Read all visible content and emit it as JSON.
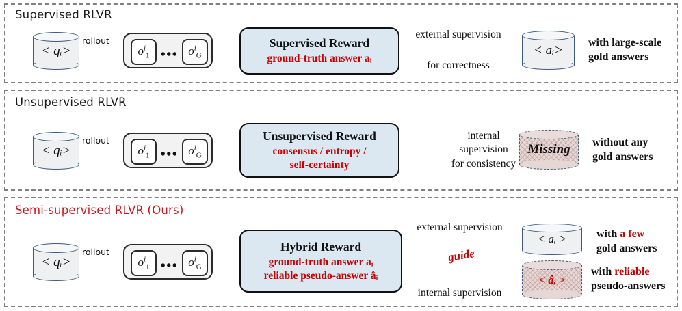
{
  "figure": {
    "type": "diagram",
    "description": "Comparison of Supervised, Unsupervised and Semi-supervised RLVR pipelines"
  },
  "panels": [
    {
      "id": "supervised",
      "title": "Supervised RLVR",
      "title_color": "#1a1a1a",
      "query_db": "< qᵢ>",
      "rollout_label": "rollout",
      "rollout_first": "o",
      "rollout_first_sub": "1",
      "rollout_sup": "i",
      "rollout_last": "o",
      "rollout_last_sub": "G",
      "dots": "•••",
      "reward_title": "Supervised Reward",
      "reward_sub": "ground-truth answer aᵢ",
      "arrow_label_top": "external supervision",
      "arrow_label_bottom": "for correctness",
      "answer_db": "< aᵢ>",
      "side_note_line1": "with large-scale",
      "side_note_line2": "gold answers"
    },
    {
      "id": "unsupervised",
      "title": "Unsupervised RLVR",
      "title_color": "#1a1a1a",
      "query_db": "< qᵢ>",
      "rollout_label": "rollout",
      "reward_title": "Unsupervised Reward",
      "reward_sub_line1": "consensus / entropy /",
      "reward_sub_line2": "self-certainty",
      "loop_label_line1": "internal",
      "loop_label_line2": "supervision",
      "loop_label_line3": "for consistency",
      "missing_db": "Missing",
      "side_note_line1": "without any",
      "side_note_line2": "gold answers"
    },
    {
      "id": "semi-supervised",
      "title": "Semi-supervised RLVR (Ours)",
      "title_color": "#d0141a",
      "query_db": "< qᵢ>",
      "rollout_label": "rollout",
      "reward_title": "Hybrid Reward",
      "reward_sub_line1": "ground-truth answer aᵢ",
      "reward_sub_line2": "reliable pseudo-answer âᵢ",
      "arrow_top_label": "external supervision",
      "arrow_bottom_label": "internal supervision",
      "guide_label": "guide",
      "gold_db": "< aᵢ >",
      "pseudo_db": "< âᵢ >",
      "side_note_gold_1_plain": "with ",
      "side_note_gold_1_red": "a few",
      "side_note_gold_2": "gold answers",
      "side_note_pseudo_1_plain": "with ",
      "side_note_pseudo_1_red": "reliable",
      "side_note_pseudo_2": "pseudo-answers"
    }
  ],
  "colors": {
    "panel_border": "#808080",
    "reward_fill": "#dbe8f2",
    "reward_border": "#111111",
    "red_text": "#cc0000",
    "ours_red": "#d0141a",
    "blue_arrow": "#5b8cc4",
    "orange_arrow": "#f0955a",
    "db_stroke": "#3d5a80",
    "db_fill": "#eef0f1",
    "pseudo_fill": "#e6d6d4"
  }
}
